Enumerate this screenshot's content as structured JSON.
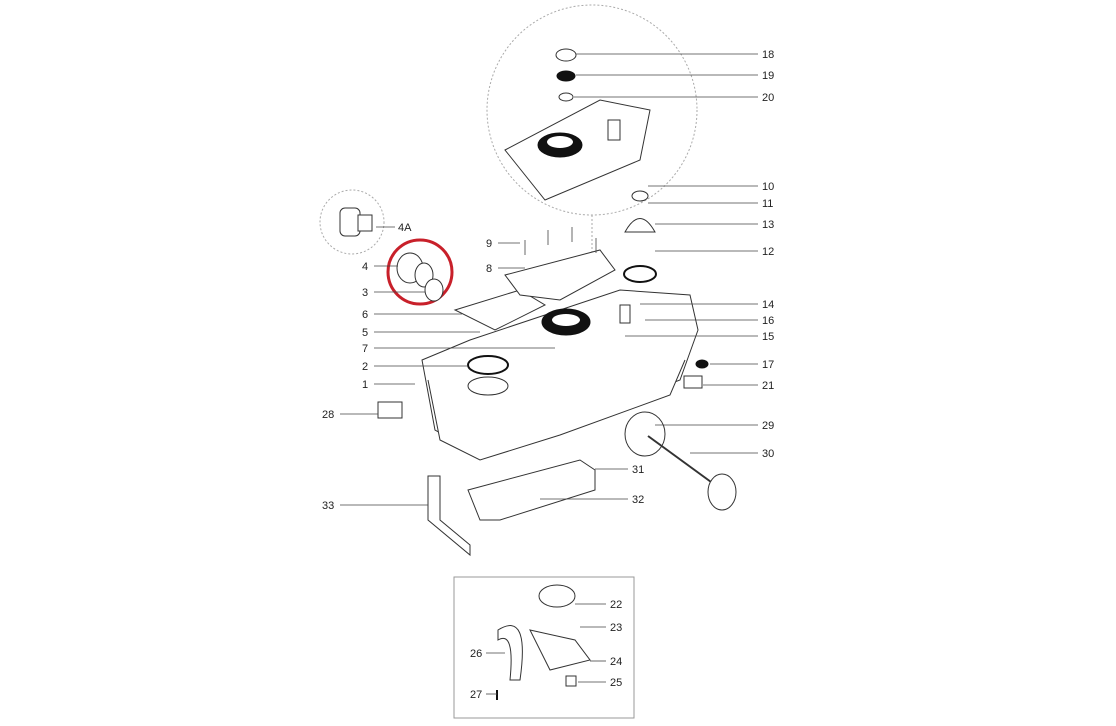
{
  "title": "Exploded parts diagram of portable toilet waste tank",
  "highlight_color": "#c8202a",
  "highlighted_part": "4",
  "labels": {
    "p1": "1",
    "p2": "2",
    "p3": "3",
    "p4": "4",
    "p4A": "4A",
    "p5": "5",
    "p6": "6",
    "p7": "7",
    "p8": "8",
    "p9": "9",
    "p10": "10",
    "p11": "11",
    "p12": "12",
    "p13": "13",
    "p14": "14",
    "p15": "15",
    "p16": "16",
    "p17": "17",
    "p18": "18",
    "p19": "19",
    "p20": "20",
    "p21": "21",
    "p22": "22",
    "p23": "23",
    "p24": "24",
    "p25": "25",
    "p26": "26",
    "p27": "27",
    "p28": "28",
    "p29": "29",
    "p30": "30",
    "p31": "31",
    "p32": "32",
    "p33": "33"
  }
}
